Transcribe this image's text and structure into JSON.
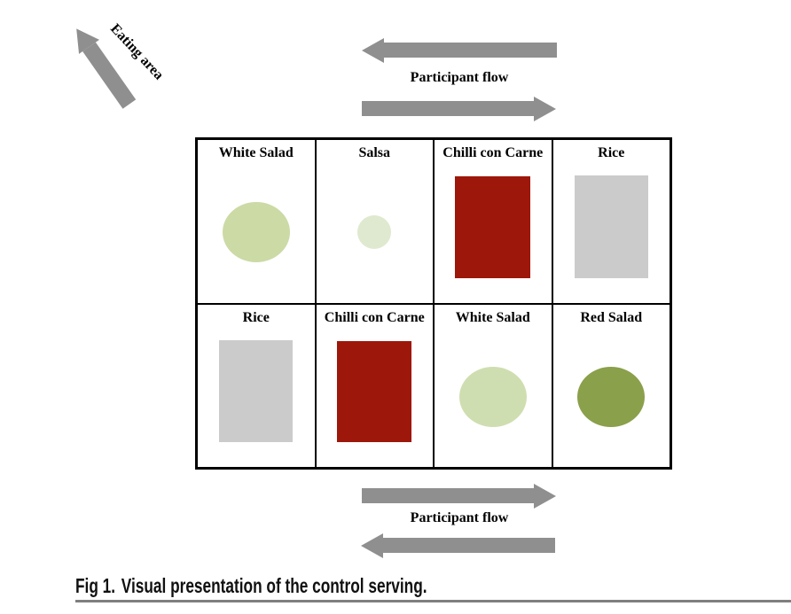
{
  "figure": {
    "eating_area": {
      "label": "Eating area"
    },
    "top_flow": {
      "label": "Participant flow"
    },
    "bottom_flow": {
      "label": "Participant flow"
    },
    "caption": {
      "prefix": "Fig 1.",
      "text": "Visual presentation of the control serving."
    }
  },
  "colors": {
    "arrow_gray": "#8f8f8f",
    "table_border": "#000000",
    "rule_gray": "#7f7f7f"
  },
  "table": {
    "rows": [
      [
        {
          "label": "White Salad",
          "shape": "ellipse",
          "color": "#ccdaa6",
          "w": 76,
          "h": 68
        },
        {
          "label": "Salsa",
          "shape": "ellipse",
          "color": "#dfe9cf",
          "w": 38,
          "h": 38
        },
        {
          "label": "Chilli con Carne",
          "shape": "rect",
          "color": "#9d170a",
          "w": 85,
          "h": 115
        },
        {
          "label": "Rice",
          "shape": "rect",
          "color": "#cbcbcb",
          "w": 83,
          "h": 116
        }
      ],
      [
        {
          "label": "Rice",
          "shape": "rect",
          "color": "#cbcbcb",
          "w": 83,
          "h": 115
        },
        {
          "label": "Chilli con Carne",
          "shape": "rect",
          "color": "#9d170a",
          "w": 84,
          "h": 114
        },
        {
          "label": "White Salad",
          "shape": "ellipse",
          "color": "#cfdeb0",
          "w": 76,
          "h": 68
        },
        {
          "label": "Red Salad",
          "shape": "ellipse",
          "color": "#8aa04b",
          "w": 76,
          "h": 68
        }
      ]
    ]
  }
}
